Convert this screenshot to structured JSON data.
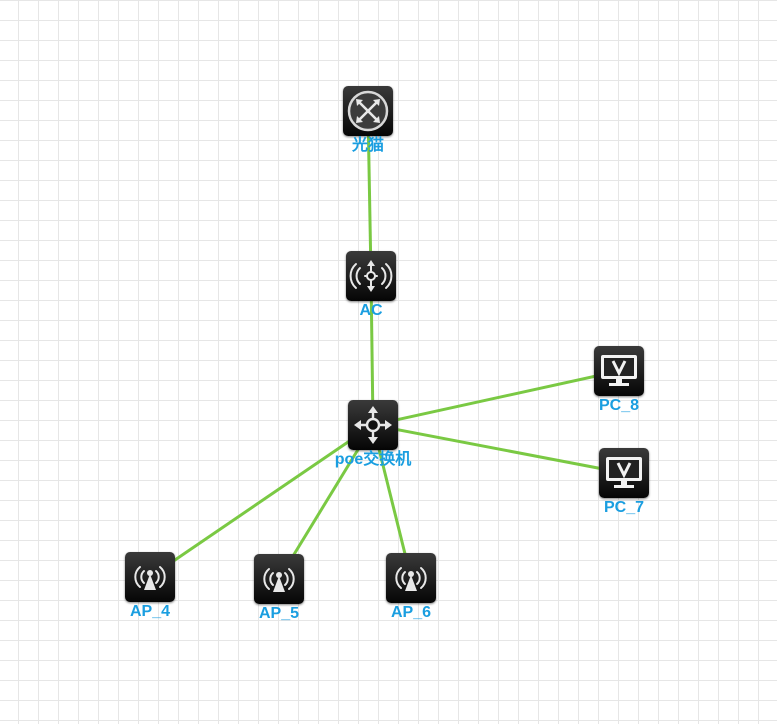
{
  "colors": {
    "link": "#7ac943",
    "label": "#1a9ee0",
    "icon_bg": "#111111",
    "grid": "#e6e6e6"
  },
  "nodes": [
    {
      "id": "modem",
      "label": "光猫",
      "icon": "router-icon"
    },
    {
      "id": "ac",
      "label": "AC",
      "icon": "access-controller-icon"
    },
    {
      "id": "poe",
      "label": "poe交换机",
      "icon": "switch-icon"
    },
    {
      "id": "pc8",
      "label": "PC_8",
      "icon": "pc-monitor-icon"
    },
    {
      "id": "pc7",
      "label": "PC_7",
      "icon": "pc-monitor-icon"
    },
    {
      "id": "ap4",
      "label": "AP_4",
      "icon": "access-point-icon"
    },
    {
      "id": "ap5",
      "label": "AP_5",
      "icon": "access-point-icon"
    },
    {
      "id": "ap6",
      "label": "AP_6",
      "icon": "access-point-icon"
    }
  ],
  "links": [
    {
      "from": "modem",
      "to": "ac"
    },
    {
      "from": "ac",
      "to": "poe"
    },
    {
      "from": "poe",
      "to": "pc8"
    },
    {
      "from": "poe",
      "to": "pc7"
    },
    {
      "from": "poe",
      "to": "ap4"
    },
    {
      "from": "poe",
      "to": "ap5"
    },
    {
      "from": "poe",
      "to": "ap6"
    }
  ]
}
